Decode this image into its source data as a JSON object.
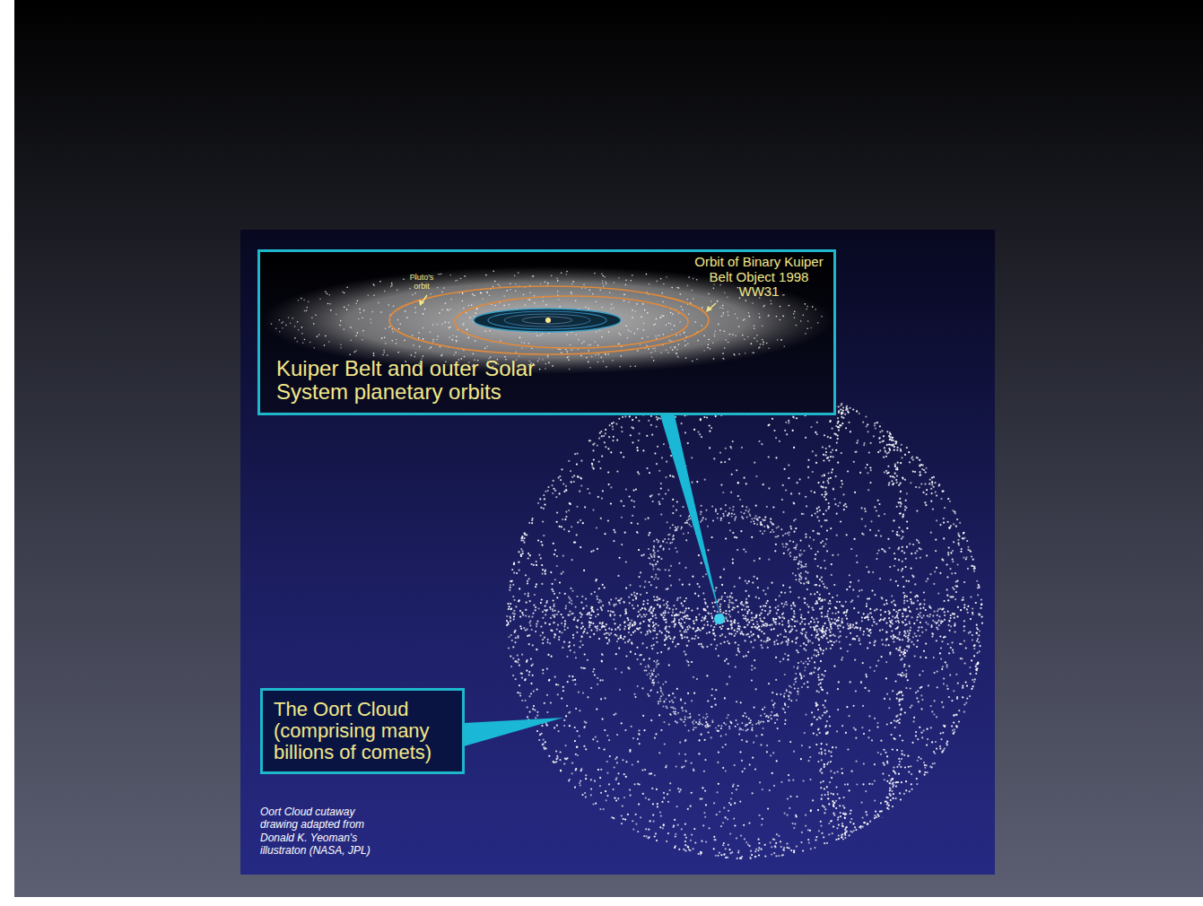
{
  "diagram": {
    "nodes": [
      {
        "text": [
          "Kuiper Belt and outer Solar System planetary orbits"
        ]
      },
      {
        "text": [
          "The Oort Cloud (comprising many billions of comets)"
        ]
      }
    ],
    "labels": [
      "Pluto's orbit",
      "Orbit of Binary Kuiper Belt Object 1998 WW31",
      "Oort Cloud cutaway drawing adapted from Donald K. Yeoman's illustraton (NASA, JPL)"
    ]
  }
}
